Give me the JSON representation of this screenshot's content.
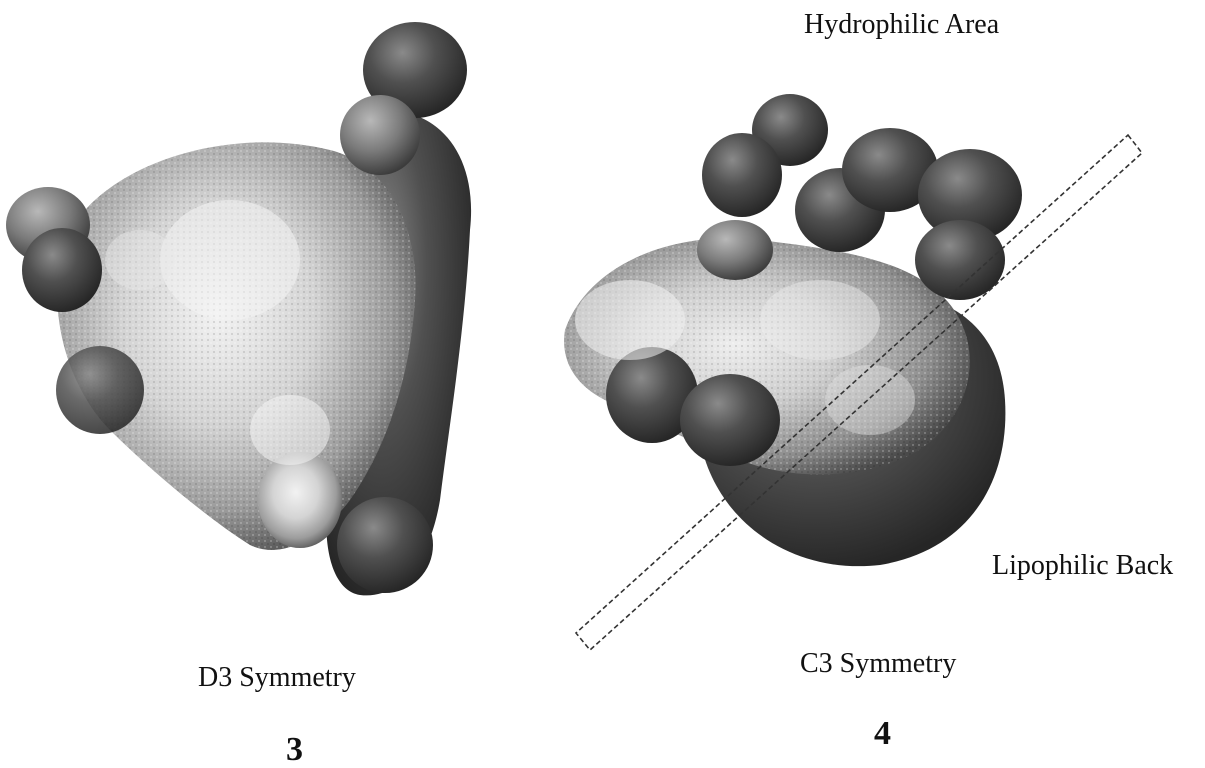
{
  "figure": {
    "molecule_left": {
      "caption": "D3 Symmetry",
      "number": "3"
    },
    "molecule_right": {
      "caption": "C3 Symmetry",
      "number": "4",
      "top_label": "Hydrophilic Area",
      "right_label": "Lipophilic Back"
    }
  },
  "colors": {
    "background": "#ffffff",
    "surface_light": "#e6e6e6",
    "surface_mid": "#9a9a9a",
    "surface_dark": "#3a3a3a",
    "text": "#111111"
  }
}
